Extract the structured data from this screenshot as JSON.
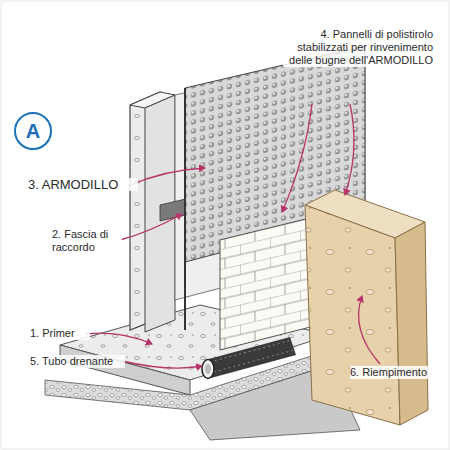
{
  "diagram": {
    "nodes": [
      {
        "text": [
          "A"
        ]
      }
    ],
    "labels": [
      "3. ARMODILLO",
      "2. Fascia di raccordo",
      "1. Primer",
      "5. Tubo drenante",
      "4. Pannelli di polistirolo stabilizzati per rinvenimento delle bugne dell'ARMODILLO",
      "6. Riempimento"
    ]
  }
}
